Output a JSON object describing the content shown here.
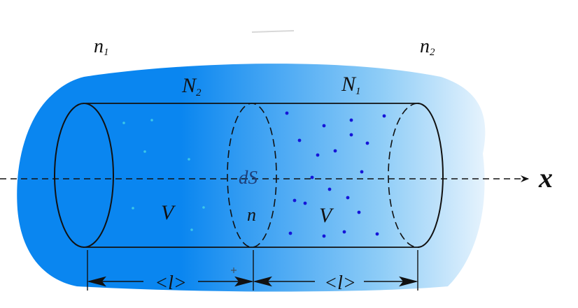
{
  "labels": {
    "n1": {
      "base": "n",
      "sub": "1"
    },
    "n2": {
      "base": "n",
      "sub": "2"
    },
    "N2": {
      "base": "N",
      "sub": "2"
    },
    "N1": {
      "base": "N",
      "sub": "1"
    },
    "dS": "dS",
    "V_left": "V",
    "V_right": "V",
    "n_mid": "n",
    "x_axis": "x",
    "mean_free_path_left": "<l>",
    "mean_free_path_right": "<l>"
  },
  "colors": {
    "gradient_dark": "#0a86f0",
    "gradient_light": "#e6f3fd",
    "dots_right": "#1515d8",
    "dots_left": "#3cc8e8",
    "stroke": "#111111"
  }
}
